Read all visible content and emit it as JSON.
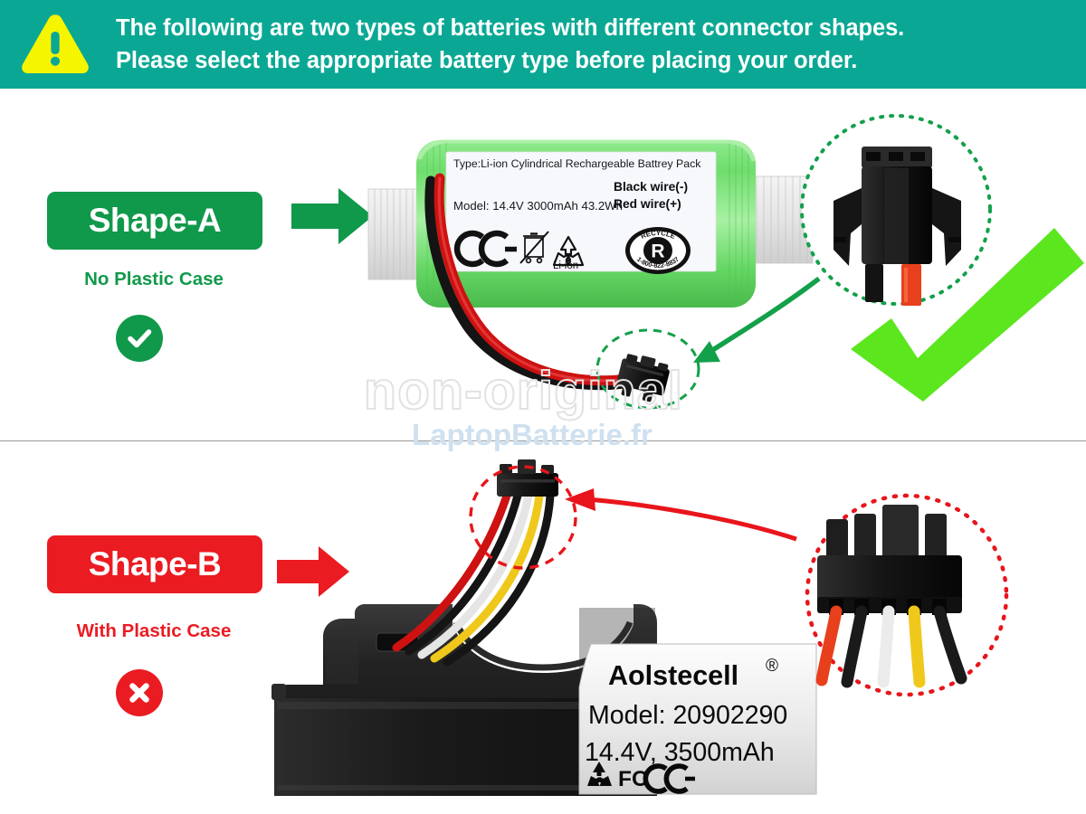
{
  "banner": {
    "icon": "warning-triangle-icon",
    "line1": "The following are two types of batteries with different connector shapes.",
    "line2": "Please select the appropriate battery type before placing your order.",
    "bg_color": "#0AA894",
    "text_color": "#FFFFFF",
    "icon_color": "#F5F500"
  },
  "shape_a": {
    "badge_label": "Shape-A",
    "badge_color": "#11994B",
    "caption": "No Plastic Case",
    "caption_color": "#11994B",
    "status_icon": "check-circle-icon",
    "status_color": "#11994B",
    "arrow_icon": "right-arrow-icon",
    "arrow_color": "#11994B",
    "verdict_icon": "green-checkmark-icon",
    "verdict_color": "#5BE61E",
    "callout_circle_color": "#11994B",
    "callout_circle_style": "dotted",
    "battery": {
      "wrap_color": "#7FE07F",
      "label_line1": "Type:Li-ion Cylindrical Rechargeable Battrey Pack",
      "label_line2": "Model: 14.4V 3000mAh   43.2Wh",
      "label_note1": "Black wire(-)",
      "label_note2": "Red wire(+)",
      "mark_ce": "CE",
      "mark_weee": "crossed-out-wheelie-bin-icon",
      "mark_recycle": "recycle-arrows-icon",
      "mark_recycle_caption": "Li-ion",
      "mark_rbrc_top": "RECYCLE",
      "mark_rbrc_center": "R",
      "mark_rbrc_bottom": "1-800-822-8837"
    },
    "connector": {
      "type": "3-pin-black-connector",
      "wires": [
        "red",
        "black"
      ]
    }
  },
  "shape_b": {
    "badge_label": "Shape-B",
    "badge_color": "#EB1B22",
    "caption": "With Plastic Case",
    "caption_color": "#EB1B22",
    "status_icon": "cross-circle-icon",
    "status_color": "#EB1B22",
    "arrow_icon": "right-arrow-icon",
    "arrow_color": "#EB1B22",
    "callout_circle_color": "#EB1B22",
    "callout_circle_style": "dashed",
    "battery": {
      "case_color": "#1C1C1C",
      "brand": "Aolstecell",
      "brand_mark": "®",
      "label_model": "Model: 20902290",
      "label_rating": "14.4V, 3500mAh",
      "mark_recycle": "recycle-arrows-icon",
      "mark_fcc": "FC",
      "mark_ce": "CE"
    },
    "connector": {
      "type": "5-pin-black-connector",
      "wires": [
        "red",
        "black",
        "white",
        "yellow",
        "black"
      ]
    }
  },
  "watermark": {
    "line1": "non-original",
    "line2": "LaptopBatterie.fr"
  }
}
